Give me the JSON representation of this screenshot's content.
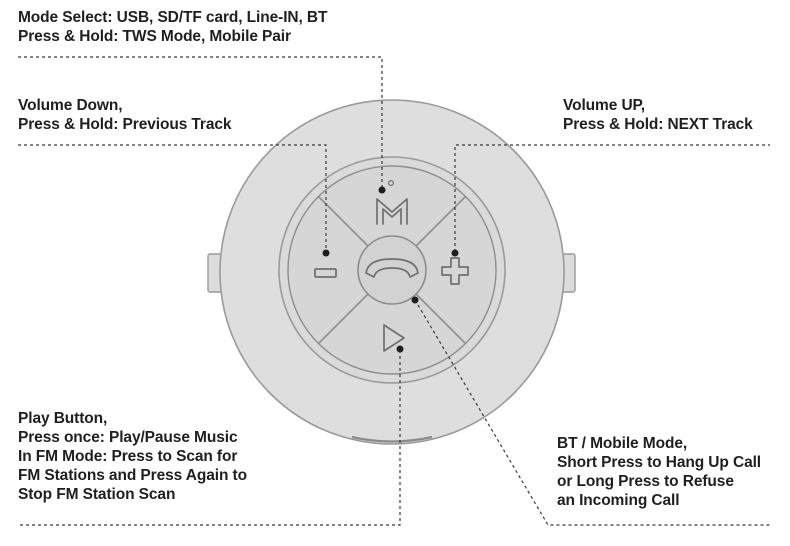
{
  "labels": {
    "mode": {
      "line1": "Mode Select: USB, SD/TF card, Line-IN, BT",
      "line2": "Press & Hold: TWS Mode, Mobile Pair"
    },
    "volume_down": {
      "line1": "Volume Down,",
      "line2": "Press & Hold: Previous Track"
    },
    "volume_up": {
      "line1": "Volume UP,",
      "line2": "Press & Hold: NEXT Track"
    },
    "play": {
      "line1": "Play Button,",
      "line2": "Press once: Play/Pause Music",
      "line3": "In FM Mode: Press to Scan for",
      "line4": "FM Stations and Press Again to",
      "line5": "Stop FM Station Scan"
    },
    "bt_mobile": {
      "line1": "BT / Mobile Mode,",
      "line2": "Short Press to Hang Up Call",
      "line3": "or Long Press to Refuse",
      "line4": "an Incoming Call"
    }
  },
  "icons": {
    "mode_button": "m-icon",
    "volume_down_button": "minus-icon",
    "volume_up_button": "plus-icon",
    "play_button": "play-icon",
    "call_button": "phone-icon"
  },
  "colors": {
    "text": "#1f1f1f",
    "device_shell": "#dedede",
    "button_face": "#d6d6d6",
    "leader_line": "#3a3a3a"
  }
}
